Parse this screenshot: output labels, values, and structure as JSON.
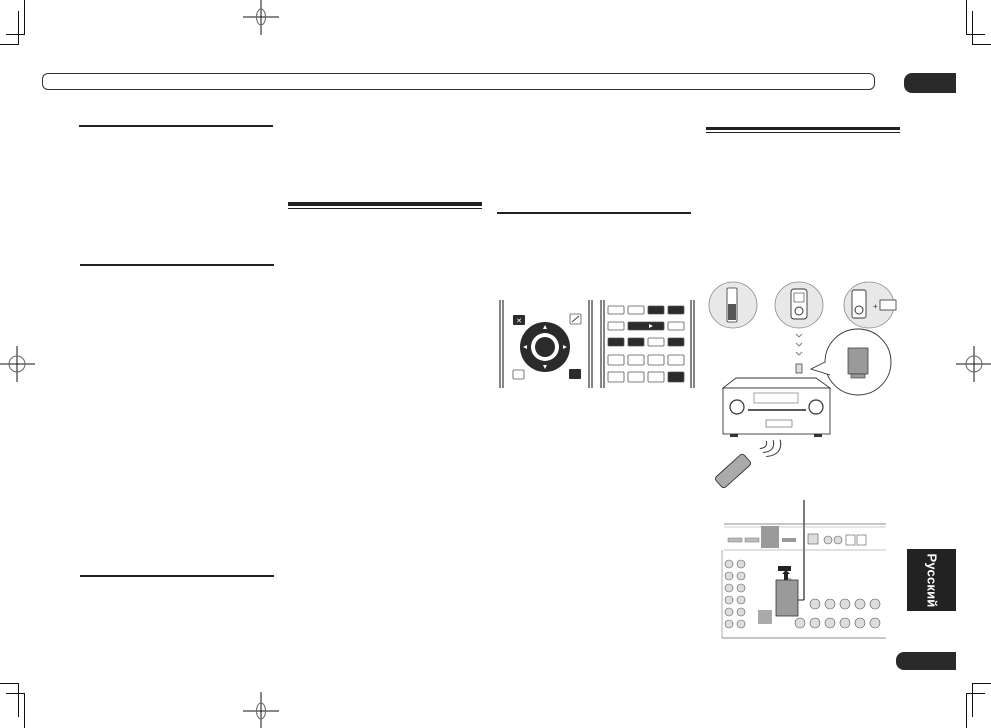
{
  "page": {
    "type": "printed manual spread (text blanked)",
    "header": {
      "title": "",
      "chapter_number": ""
    },
    "language_tab": {
      "label": "Русский"
    },
    "page_number": ""
  },
  "columns": [
    {
      "id": "col1",
      "sections": [
        {
          "heading": ""
        },
        {
          "heading": ""
        },
        {
          "heading": ""
        }
      ]
    },
    {
      "id": "col2",
      "sections": [
        {
          "heading": ""
        }
      ]
    },
    {
      "id": "col3",
      "sections": [
        {
          "heading": ""
        }
      ],
      "figure": {
        "name": "remote-control-buttons",
        "left_panel": [
          "x-button",
          "dpad",
          "edit-button",
          "home-button",
          "return-button"
        ],
        "right_panel_rows": 5
      }
    },
    {
      "id": "col4",
      "sections": [
        {
          "heading": ""
        }
      ],
      "figures": [
        {
          "name": "bluetooth-devices-diagram",
          "devices": [
            "mobile-phone",
            "portable-player",
            "music-player-plus-adapter"
          ],
          "callout": "bluetooth-adapter"
        },
        {
          "name": "rear-panel-adapter-connection"
        }
      ]
    }
  ],
  "colors": {
    "ink": "#222222",
    "panel_gray": "#9a9a9a",
    "bubble_gray": "#e6e6e6"
  }
}
